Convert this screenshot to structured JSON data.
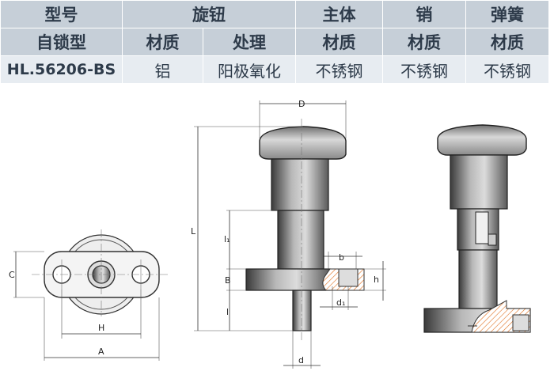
{
  "table": {
    "header": {
      "model": "型号",
      "knob": "旋钮",
      "body": "主体",
      "pin": "销",
      "spring": "弹簧"
    },
    "subheader": {
      "self_locking": "自锁型",
      "knob_material": "材质",
      "knob_treatment": "处理",
      "body_material": "材质",
      "pin_material": "材质",
      "spring_material": "材质"
    },
    "row": {
      "model": "HL.56206-BS",
      "knob_material": "铝",
      "knob_treatment": "阳极氧化",
      "body_material": "不锈钢",
      "pin_material": "不锈钢",
      "spring_material": "不锈钢"
    }
  },
  "drawing": {
    "dim_labels": {
      "C": "C",
      "H": "H",
      "A": "A",
      "D": "D",
      "L": "L",
      "l1": "l₁",
      "B": "B",
      "l": "l",
      "d": "d",
      "b": "b",
      "h": "h",
      "d1": "d₁"
    }
  },
  "colors": {
    "header_bg": "#c6cfd8",
    "data_bg": "#e7ecf1",
    "text": "#2e3b4a",
    "hatch": "#e07020"
  }
}
